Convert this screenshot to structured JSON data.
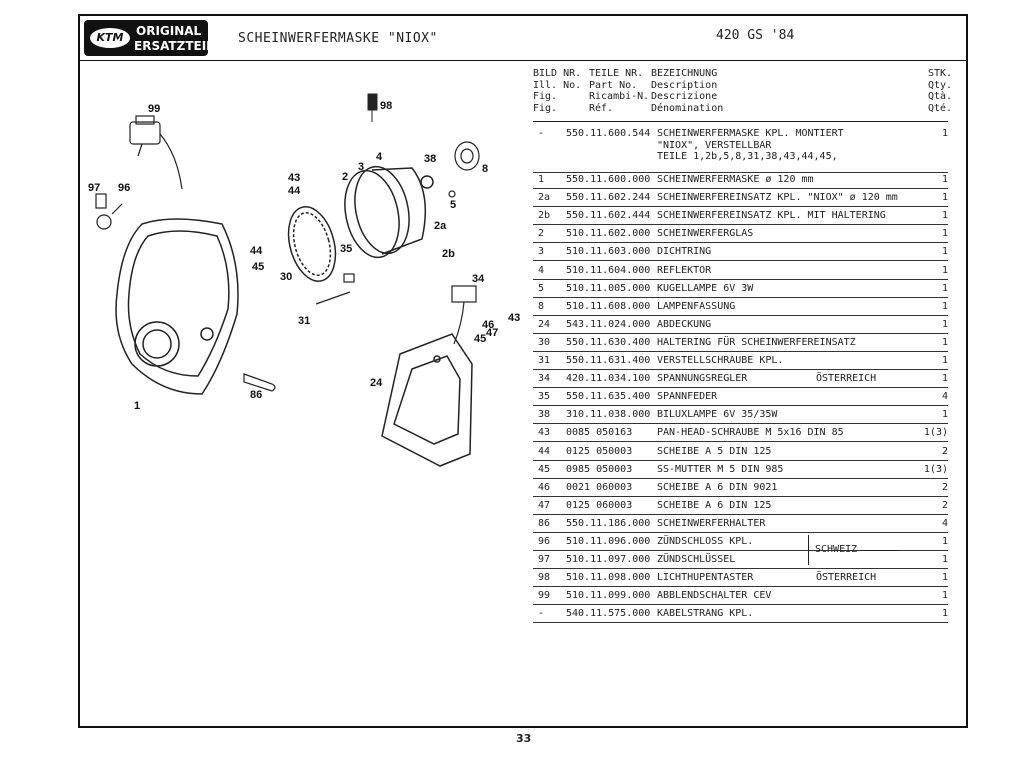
{
  "logo": {
    "badge": "KTM",
    "line1": "ORIGINAL",
    "line2": "ERSATZTEILE"
  },
  "page_title": "SCHEINWERFERMASKE \"NIOX\"",
  "model": "420 GS '84",
  "page_number": "33",
  "columns": {
    "bild_nr": [
      "BILD NR.",
      "Ill. No.",
      "Fig.",
      "Fig."
    ],
    "teile_nr": [
      "TEILE NR.",
      "Part No.",
      "Ricambi-N.",
      "Réf."
    ],
    "bezeichnung": [
      "BEZEICHNUNG",
      "Description",
      "Descrizione",
      "Dénomination"
    ],
    "stk": [
      "STK.",
      "Qty.",
      "Qtà.",
      "Qté."
    ]
  },
  "first_row": {
    "fig": "-",
    "part": "550.11.600.544",
    "desc_lines": [
      "SCHEINWERFERMASKE KPL. MONTIERT",
      "\"NIOX\", VERSTELLBAR",
      "TEILE 1,2b,5,8,31,38,43,44,45,"
    ],
    "qty": "1"
  },
  "rows": [
    {
      "fig": "1",
      "part": "550.11.600.000",
      "desc": "SCHEINWERFERMASKE ø 120 mm",
      "note": "",
      "qty": "1"
    },
    {
      "fig": "2a",
      "part": "550.11.602.244",
      "desc": "SCHEINWERFEREINSATZ KPL. \"NIOX\" ø 120 mm",
      "note": "",
      "qty": "1"
    },
    {
      "fig": "2b",
      "part": "550.11.602.444",
      "desc": "SCHEINWERFEREINSATZ KPL. MIT HALTERING",
      "note": "",
      "qty": "1"
    },
    {
      "fig": "2",
      "part": "510.11.602.000",
      "desc": "SCHEINWERFERGLAS",
      "note": "",
      "qty": "1"
    },
    {
      "fig": "3",
      "part": "510.11.603.000",
      "desc": "DICHTRING",
      "note": "",
      "qty": "1"
    },
    {
      "fig": "4",
      "part": "510.11.604.000",
      "desc": "REFLEKTOR",
      "note": "",
      "qty": "1"
    },
    {
      "fig": "5",
      "part": "510.11.005.000",
      "desc": "KUGELLAMPE 6V 3W",
      "note": "",
      "qty": "1"
    },
    {
      "fig": "8",
      "part": "510.11.608.000",
      "desc": "LAMPENFASSUNG",
      "note": "",
      "qty": "1"
    },
    {
      "fig": "24",
      "part": "543.11.024.000",
      "desc": "ABDECKUNG",
      "note": "",
      "qty": "1"
    },
    {
      "fig": "30",
      "part": "550.11.630.400",
      "desc": "HALTERING FÜR SCHEINWERFEREINSATZ",
      "note": "",
      "qty": "1"
    },
    {
      "fig": "31",
      "part": "550.11.631.400",
      "desc": "VERSTELLSCHRAUBE KPL.",
      "note": "",
      "qty": "1"
    },
    {
      "fig": "34",
      "part": "420.11.034.100",
      "desc": "SPANNUNGSREGLER",
      "note": "ÖSTERREICH",
      "qty": "1"
    },
    {
      "fig": "35",
      "part": "550.11.635.400",
      "desc": "SPANNFEDER",
      "note": "",
      "qty": "4"
    },
    {
      "fig": "38",
      "part": "310.11.038.000",
      "desc": "BILUXLAMPE 6V 35/35W",
      "note": "",
      "qty": "1"
    },
    {
      "fig": "43",
      "part": "0085 050163",
      "desc": "PAN-HEAD-SCHRAUBE M 5x16 DIN 85",
      "note": "",
      "qty": "1(3)"
    },
    {
      "fig": "44",
      "part": "0125 050003",
      "desc": "SCHEIBE A 5 DIN 125",
      "note": "",
      "qty": "2"
    },
    {
      "fig": "45",
      "part": "0985 050003",
      "desc": "SS-MUTTER M 5 DIN 985",
      "note": "",
      "qty": "1(3)"
    },
    {
      "fig": "46",
      "part": "0021 060003",
      "desc": "SCHEIBE A 6 DIN 9021",
      "note": "",
      "qty": "2"
    },
    {
      "fig": "47",
      "part": "0125 060003",
      "desc": "SCHEIBE A 6 DIN 125",
      "note": "",
      "qty": "2"
    },
    {
      "fig": "86",
      "part": "550.11.186.000",
      "desc": "SCHEINWERFERHALTER",
      "note": "",
      "qty": "4"
    },
    {
      "fig": "96",
      "part": "510.11.096.000",
      "desc": "ZÜNDSCHLOSS KPL.",
      "note": "",
      "qty": "1"
    },
    {
      "fig": "97",
      "part": "510.11.097.000",
      "desc": "ZÜNDSCHLÜSSEL",
      "note": "",
      "qty": "1"
    },
    {
      "fig": "98",
      "part": "510.11.098.000",
      "desc": "LICHTHUPENTASTER",
      "note": "ÖSTERREICH",
      "qty": "1"
    },
    {
      "fig": "99",
      "part": "510.11.099.000",
      "desc": "ABBLENDSCHALTER CEV",
      "note": "",
      "qty": "1"
    },
    {
      "fig": "-",
      "part": "540.11.575.000",
      "desc": "KABELSTRANG KPL.",
      "note": "",
      "qty": "1"
    }
  ],
  "schweiz_note": "SCHWEIZ",
  "callouts": [
    "99",
    "98",
    "97",
    "96",
    "43",
    "44",
    "2",
    "3",
    "4",
    "38",
    "8",
    "5",
    "2a",
    "2b",
    "35",
    "44",
    "45",
    "30",
    "34",
    "31",
    "46",
    "47",
    "43",
    "45",
    "24",
    "86",
    "1"
  ]
}
